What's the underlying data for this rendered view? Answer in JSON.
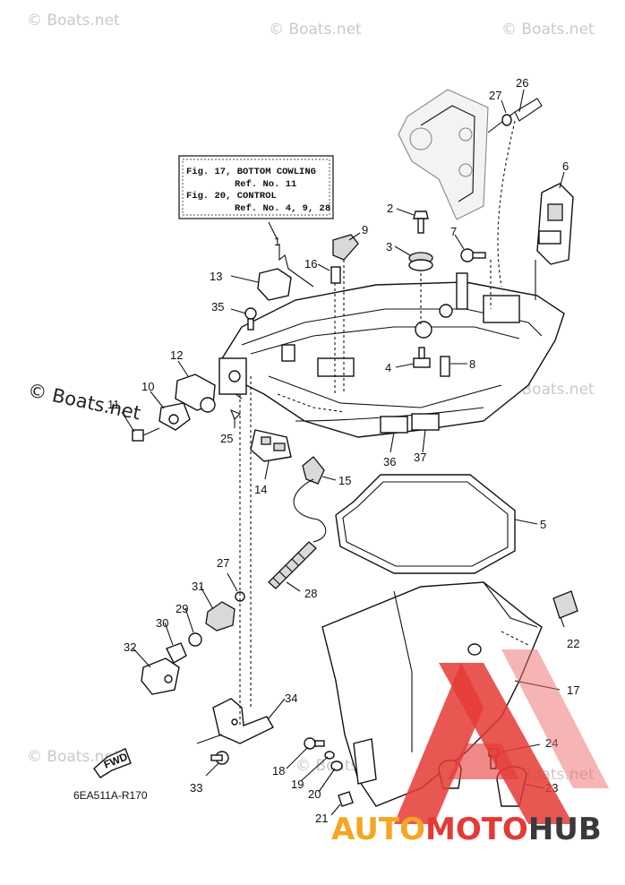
{
  "diagram": {
    "reference_box": {
      "line1": "Fig. 17, BOTTOM COWLING",
      "line2": "Ref. No. 11",
      "line3": "Fig. 20, CONTROL",
      "line4": "Ref. No. 4, 9, 28"
    },
    "part_numbers": [
      "1",
      "2",
      "3",
      "4",
      "5",
      "6",
      "7",
      "8",
      "9",
      "10",
      "11",
      "12",
      "13",
      "14",
      "15",
      "16",
      "17",
      "18",
      "19",
      "20",
      "21",
      "22",
      "23",
      "24",
      "25",
      "26",
      "27",
      "27",
      "28",
      "29",
      "30",
      "31",
      "32",
      "33",
      "34",
      "35",
      "36",
      "37"
    ],
    "direction_arrow": "FWD",
    "figure_code": "6EA511A-R170"
  },
  "watermarks": {
    "small": "© Boats.net",
    "large": "© Boats.net"
  },
  "logo": {
    "text_part1": "AUTO",
    "text_part2": "MOTO",
    "text_part3": "HUB",
    "colors": {
      "orange": "#f5a623",
      "red": "#e53935",
      "dark": "#3a3a3a"
    }
  }
}
